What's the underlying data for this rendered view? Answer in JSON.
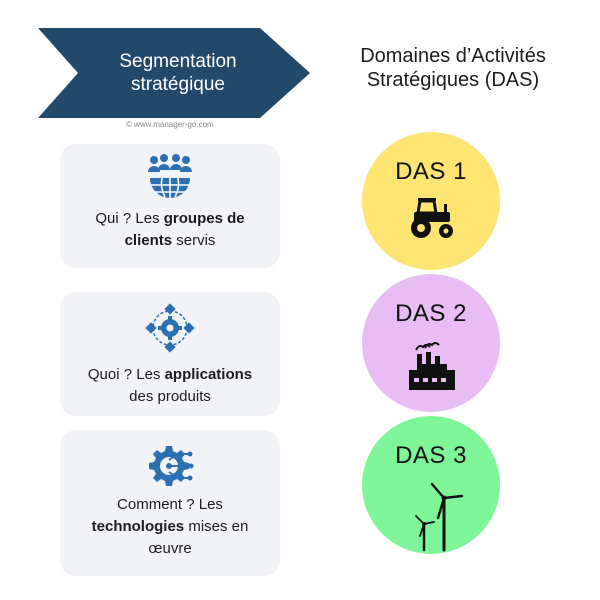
{
  "header": {
    "banner_line1": "Segmentation",
    "banner_line2": "stratégique",
    "credit": "© www.manager-go.com",
    "das_line1": "Domaines d’Activités",
    "das_line2": "Stratégiques (DAS)"
  },
  "cards": [
    {
      "pre": "Qui ? Les ",
      "bold": "groupes de",
      "br1": "",
      "bold2": "clients",
      "post": " servis",
      "icon": "people-globe-icon"
    },
    {
      "pre": "Quoi ? Les ",
      "bold": "applications",
      "post": "des produits",
      "icon": "gear-cubes-icon"
    },
    {
      "pre": "Comment ? Les",
      "bold": "technologies",
      "post": " mises en",
      "post2": "œuvre",
      "icon": "gear-circuit-icon"
    }
  ],
  "das": [
    {
      "label": "DAS 1",
      "icon": "tractor-icon",
      "color": "#fde473"
    },
    {
      "label": "DAS 2",
      "icon": "factory-icon",
      "color": "#e8bdf4"
    },
    {
      "label": "DAS 3",
      "icon": "wind-turbine-icon",
      "color": "#7ff59a"
    }
  ],
  "colors": {
    "banner": "#23496a",
    "icon_blue": "#2c6fb2",
    "card_bg": "#f2f3f6"
  }
}
